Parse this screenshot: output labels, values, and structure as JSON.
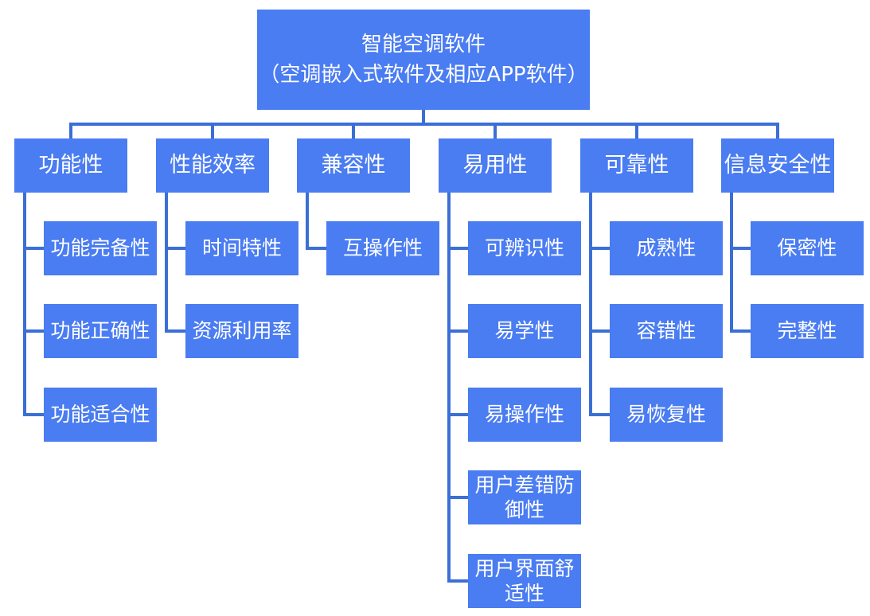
{
  "root": {
    "title": "智能空调软件",
    "subtitle": "（空调嵌入式软件及相应APP软件）"
  },
  "categories": [
    {
      "label": "功能性",
      "children": [
        "功能完备性",
        "功能正确性",
        "功能适合性"
      ]
    },
    {
      "label": "性能效率",
      "children": [
        "时间特性",
        "资源利用率"
      ]
    },
    {
      "label": "兼容性",
      "children": [
        "互操作性"
      ]
    },
    {
      "label": "易用性",
      "children": [
        "可辨识性",
        "易学性",
        "易操作性",
        "用户差错防御性",
        "用户界面舒适性"
      ]
    },
    {
      "label": "可靠性",
      "children": [
        "成熟性",
        "容错性",
        "易恢复性"
      ]
    },
    {
      "label": "信息安全性",
      "children": [
        "保密性",
        "完整性"
      ]
    }
  ],
  "colors": {
    "box": "#4a7cf2",
    "connector": "#3b6fd6",
    "text": "#ffffff"
  }
}
